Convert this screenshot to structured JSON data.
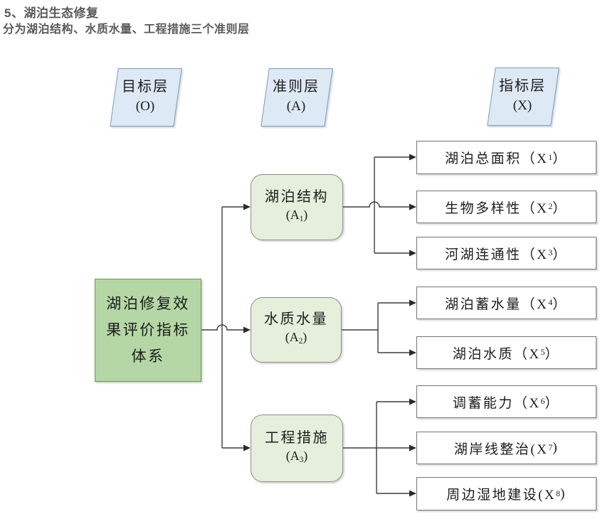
{
  "page": {
    "title_line1": "5、湖泊生态修复",
    "title_line2": "分为湖泊结构、水质水量、工程措施三个准则层"
  },
  "colors": {
    "goal_box_fill": "#b5d7a5",
    "criteria_box_fill": "#e5efdb",
    "indicator_box_fill": "#ffffff",
    "layer_header_fill": "#dde9f4",
    "connector_line": "#3d3d3d",
    "title_text": "#595959"
  },
  "diagram": {
    "layers": [
      {
        "label": "目标层",
        "code": "(O)"
      },
      {
        "label": "准则层",
        "code": "(A)"
      },
      {
        "label": "指标层",
        "code": "(X)"
      }
    ],
    "goal": {
      "label": "湖泊修复效果评价指标体系"
    },
    "criteria": [
      {
        "label": "湖泊结构",
        "code_pre": "(A",
        "sub": "1",
        "code_post": ")"
      },
      {
        "label": "水质水量",
        "code_pre": "(A",
        "sub": "2",
        "code_post": ")"
      },
      {
        "label": "工程措施",
        "code_pre": "(A",
        "sub": "3",
        "code_post": ")"
      }
    ],
    "indicators": [
      {
        "pre": "湖泊总面积（X",
        "sub": "1",
        "post": "）"
      },
      {
        "pre": "生物多样性（X",
        "sub": "2",
        "post": "）"
      },
      {
        "pre": "河湖连通性（X",
        "sub": "3",
        "post": "）"
      },
      {
        "pre": "湖泊蓄水量（X",
        "sub": "4",
        "post": "）"
      },
      {
        "pre": "湖泊水质（X",
        "sub": "5",
        "post": "）"
      },
      {
        "pre": "调蓄能力（X",
        "sub": "6",
        "post": "）"
      },
      {
        "pre": "湖岸线整治(X",
        "sub": "7",
        "post": ")"
      },
      {
        "pre": "周边湿地建设(X",
        "sub": "8",
        "post": ")"
      }
    ]
  }
}
